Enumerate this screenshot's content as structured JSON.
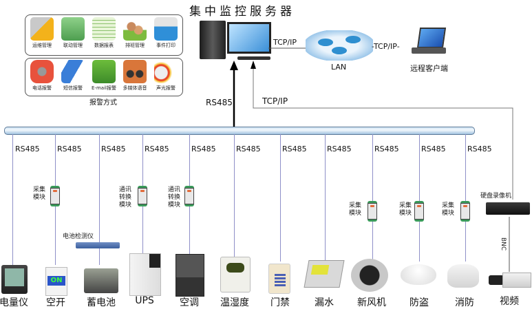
{
  "title": "集中监控服务器",
  "management_tools": [
    {
      "label": "运维管理",
      "icon": "tools-icon"
    },
    {
      "label": "联动管理",
      "icon": "gear-folder-icon"
    },
    {
      "label": "数据报表",
      "icon": "spreadsheet-icon"
    },
    {
      "label": "排班管理",
      "icon": "users-icon"
    },
    {
      "label": "事件打印",
      "icon": "printer-icon"
    }
  ],
  "alarm_methods": {
    "caption": "报警方式",
    "items": [
      {
        "label": "电话报警",
        "icon": "telephone-icon"
      },
      {
        "label": "短信报警",
        "icon": "sms-phone-icon"
      },
      {
        "label": "E-mail报警",
        "icon": "email-icon"
      },
      {
        "label": "多媒体语音",
        "icon": "speaker-icon"
      },
      {
        "label": "声光报警",
        "icon": "megaphone-icon"
      }
    ]
  },
  "network": {
    "server_lan_protocol": "TCP/IP",
    "lan_label": "LAN",
    "lan_client_protocol": "-TCP/IP-",
    "remote_client": "远程客户端",
    "bus_uplink_protocol": "RS485",
    "video_uplink_protocol": "TCP/IP"
  },
  "bus_drops": [
    "RS485",
    "RS485",
    "RS485",
    "RS485",
    "RS485",
    "RS485",
    "RS485",
    "RS485",
    "RS485",
    "RS485",
    "RS485"
  ],
  "modules": [
    {
      "label": "采集\n模块",
      "line1": "采集",
      "line2": "模块",
      "line3": ""
    },
    {
      "line1": "通讯",
      "line2": "转换",
      "line3": "模块"
    },
    {
      "line1": "通讯",
      "line2": "转换",
      "line3": "模块"
    },
    {
      "line1": "采集",
      "line2": "模块",
      "line3": ""
    },
    {
      "line1": "采集",
      "line2": "模块",
      "line3": ""
    },
    {
      "line1": "采集",
      "line2": "模块",
      "line3": ""
    }
  ],
  "battery_monitor": "电池检测仪",
  "dvr": {
    "label": "硬盘录像机",
    "link": "BNC"
  },
  "devices": [
    {
      "label": "电量仪",
      "icon": "power-meter-icon"
    },
    {
      "label": "空开",
      "icon": "circuit-breaker-icon",
      "badge": "ON"
    },
    {
      "label": "蓄电池",
      "icon": "battery-icon"
    },
    {
      "label": "UPS",
      "icon": "ups-icon"
    },
    {
      "label": "空调",
      "icon": "air-conditioner-icon"
    },
    {
      "label": "温湿度",
      "icon": "thermo-hygrometer-icon"
    },
    {
      "label": "门禁",
      "icon": "access-keypad-icon"
    },
    {
      "label": "漏水",
      "icon": "water-leak-sensor-icon"
    },
    {
      "label": "新风机",
      "icon": "fresh-air-fan-icon"
    },
    {
      "label": "防盗",
      "icon": "motion-detector-icon"
    },
    {
      "label": "消防",
      "icon": "smoke-detector-icon"
    },
    {
      "label": "视频",
      "icon": "camera-icon"
    }
  ]
}
